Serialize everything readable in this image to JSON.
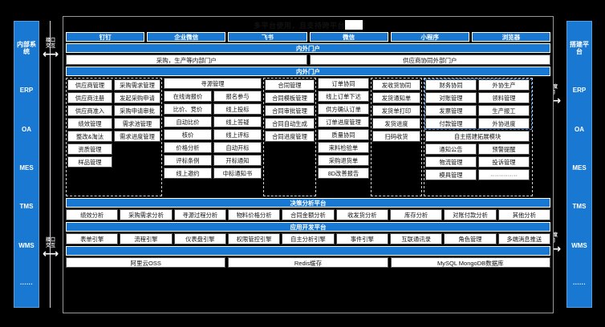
{
  "title": {
    "text": "多平台使用，且支持跨平台",
    "has_white_box": true
  },
  "colors": {
    "primary_blue": "#1878d2",
    "selection_blue": "#2f7fd8",
    "background": "#000000",
    "cell_bg": "#ffffff"
  },
  "left_rail": {
    "items": [
      "内部系统",
      "ERP",
      "OA",
      "MES",
      "TMS",
      "WMS",
      "······"
    ]
  },
  "right_rail": {
    "items": [
      "搭建平台",
      "ERP",
      "OA",
      "MES",
      "TMS",
      "WMS",
      "······"
    ]
  },
  "connectors": {
    "left_top": "接口\n交互",
    "left_top_l1": "接口",
    "left_top_l2": "交互",
    "left_bottom_l1": "接口",
    "left_bottom_l2": "交互",
    "right_top_l1": "调度",
    "right_top_l2": "用",
    "right_bottom_l1": "调度",
    "right_bottom_l2": "用",
    "arrow": "⟷"
  },
  "platform_buttons": [
    "钉钉",
    "企业微信",
    "飞书",
    "微信",
    "小程序",
    "浏览器"
  ],
  "portal_header_1": "内外门户",
  "portals": [
    "采购，生产等内部门户",
    "供应商协同外部门户"
  ],
  "portal_header_2": "内外门户",
  "grid": {
    "columns": [
      {
        "name": "supplier",
        "header": "供应商管理",
        "items": [
          "供应商注册",
          "供应商准入",
          "绩效管理",
          "整改&淘汰",
          "资质管理",
          "样品管理"
        ]
      },
      {
        "name": "demand",
        "header": "采购需求管理",
        "items": [
          "发起采购申请",
          "采购申请审批",
          "需求池管理",
          "需求进度管理"
        ]
      },
      {
        "name": "sourcing",
        "header": "寻源管理",
        "sub_left": [
          "在线询报价",
          "比价、竞价",
          "自动比价",
          "核价",
          "价格分析",
          "评标条例",
          "线上邀约"
        ],
        "sub_right": [
          "报名参与",
          "线上投标",
          "线上答疑",
          "线上评标",
          "自动开标",
          "开标通知",
          "中标通知书"
        ]
      },
      {
        "name": "contract",
        "header": "合同管理",
        "items": [
          "合同模板管理",
          "合同审批管理",
          "合同自动生成",
          "合同进度管理"
        ]
      },
      {
        "name": "order",
        "header": "订单协同",
        "items": [
          "线上订单下达",
          "供方确认订单",
          "订单进度管理",
          "质量协同",
          "来料检验单",
          "采购退货单",
          "8D改善报告"
        ]
      },
      {
        "name": "shipping",
        "header": "发收货协同",
        "items": [
          "发货通知单",
          "发货单打印",
          "发货进度",
          "扫码收货"
        ]
      },
      {
        "name": "finance",
        "header": "财务协同",
        "items": [
          "对账管理",
          "发票管理",
          "付款管理"
        ],
        "selected": true
      },
      {
        "name": "outsourcing",
        "header": "外协生产",
        "items": [
          "领料管理",
          "生产报工",
          "外协进度"
        ],
        "selected": true
      }
    ],
    "extension": {
      "header": "自主搭建拓展模块",
      "left": [
        "通知公告",
        "物流管理",
        "模具管理"
      ],
      "right": [
        "预警提醒",
        "投诉管理",
        "··············"
      ]
    }
  },
  "decision_platform": {
    "header": "决策分析平台",
    "items": [
      "绩效分析",
      "采购需求分析",
      "寻源过程分析",
      "物料价格分析",
      "合同金额分析",
      "收发货分析",
      "库存分析",
      "对账付款分析",
      "其他分析"
    ]
  },
  "app_platform": {
    "header": "应用开发平台",
    "items": [
      "表单引擎",
      "流程引擎",
      "仪表盘引擎",
      "权限管控引擎",
      "自主分析引擎",
      "事件引擎",
      "互联通讯录",
      "角色管理",
      "多端消息推送"
    ]
  },
  "infra": {
    "header": "",
    "items": [
      "阿里云OSS",
      "Redis缓存",
      "MySQL MongoDB数据库"
    ]
  }
}
